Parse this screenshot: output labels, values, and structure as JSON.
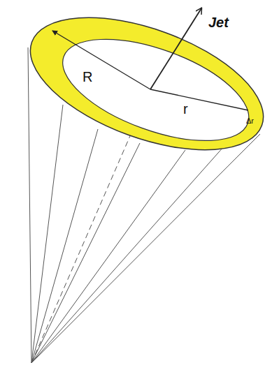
{
  "diagram": {
    "labels": [
      "Jet",
      "R",
      "r",
      "Δr"
    ]
  }
}
